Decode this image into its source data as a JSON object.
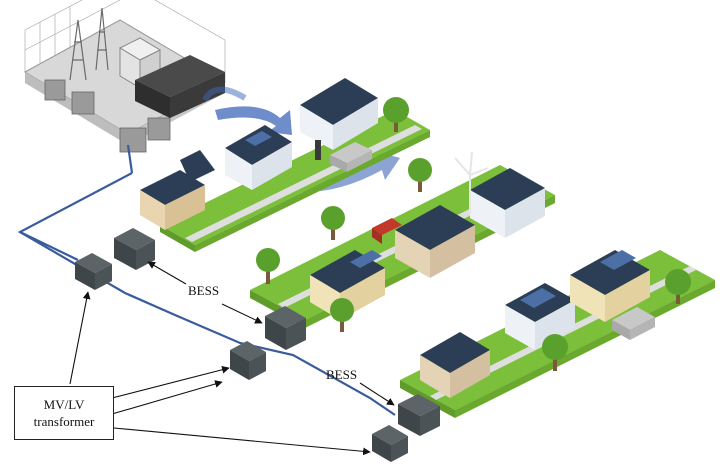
{
  "labels": {
    "bess_top": "BESS",
    "bess_bottom": "BESS",
    "transformer_line1": "MV/LV",
    "transformer_line2": "transformer"
  }
}
